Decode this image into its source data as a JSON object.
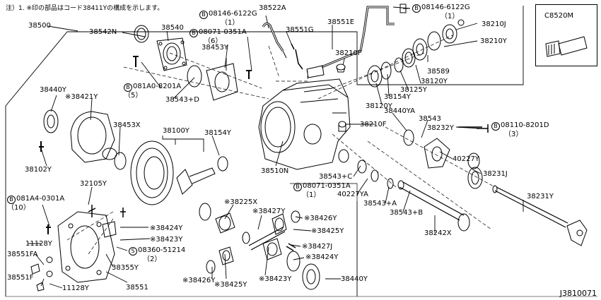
{
  "note": "注）1. ※印の部品はコード38411Yの構成を示します。",
  "doc_id": "J3810071",
  "inset_label": "C8520M",
  "callouts": {
    "p38500": "38500",
    "p38542N": "38542N",
    "p38540": "38540",
    "bolt_08146_top": {
      "circ": "B",
      "code": "08146-6122G",
      "qty": "（1）"
    },
    "bolt_08071_top": {
      "circ": "B",
      "code": "08071-0351A",
      "qty": "（6）"
    },
    "p38522A": "38522A",
    "p38551G": "38551G",
    "p38551E": "38551E",
    "bolt_08146_right": {
      "circ": "B",
      "code": "08146-6122G",
      "qty": "（1）"
    },
    "p38210J": "38210J",
    "p38210Y_top": "38210Y",
    "p38453Y": "38453Y",
    "bolt_081A0": {
      "circ": "B",
      "code": "081A0-8201A",
      "qty": "（5）"
    },
    "p38543D": "38543+D",
    "p38210F_top": "38210F",
    "p38589": "38589",
    "p38120Y_a": "38120Y",
    "p38125Y": "38125Y",
    "p38154Y_a": "38154Y",
    "p38120Y_b": "38120Y",
    "p38440Y_left": "38440Y",
    "p38421Y": "※38421Y",
    "p38453X": "38453X",
    "p38100Y": "38100Y",
    "p38154Y_b": "38154Y",
    "p38102Y": "38102Y",
    "p38510N": "38510N",
    "p38210F_mid": "38210F",
    "p38440YA": "38440YA",
    "p38543": "38543",
    "p38232Y": "38232Y",
    "bolt_08110": {
      "circ": "B",
      "code": "08110-8201D",
      "qty": "（3）"
    },
    "p40227Y_a": "40227Y",
    "p38231J": "38231J",
    "p38543C": "38543+C",
    "bolt_08071_mid": {
      "circ": "B",
      "code": "08071-0351A",
      "qty": "（1）"
    },
    "p40227YA": "40227YA",
    "p38543A": "38543+A",
    "p38231Y": "38231Y",
    "p38543B": "38543+B",
    "p38242X": "38242X",
    "p32105Y": "32105Y",
    "bolt_081A4": {
      "circ": "B",
      "code": "081A4-0301A",
      "qty": "（10）"
    },
    "p38225X": "※38225X",
    "p38427Y": "※38427Y",
    "p38426Y_a": "※38426Y",
    "p38424Y_a": "※38424Y",
    "p38425Y_a": "※38425Y",
    "p38423Y_a": "※38423Y",
    "p38427J": "※38427J",
    "screw_08360": {
      "circ": "S",
      "code": "08360-51214",
      "qty": "（2）"
    },
    "p11128Y_a": "11128Y",
    "p38551FA": "38551FA",
    "p38355Y": "38355Y",
    "p38424Y_b": "※38424Y",
    "p38551F": "38551F",
    "p11128Y_b": "11128Y",
    "p38551": "38551",
    "p38426Y_b": "※38426Y",
    "p38425Y_b": "※38425Y",
    "p38423Y_b": "※38423Y",
    "p38440Y_bot": "38440Y"
  }
}
